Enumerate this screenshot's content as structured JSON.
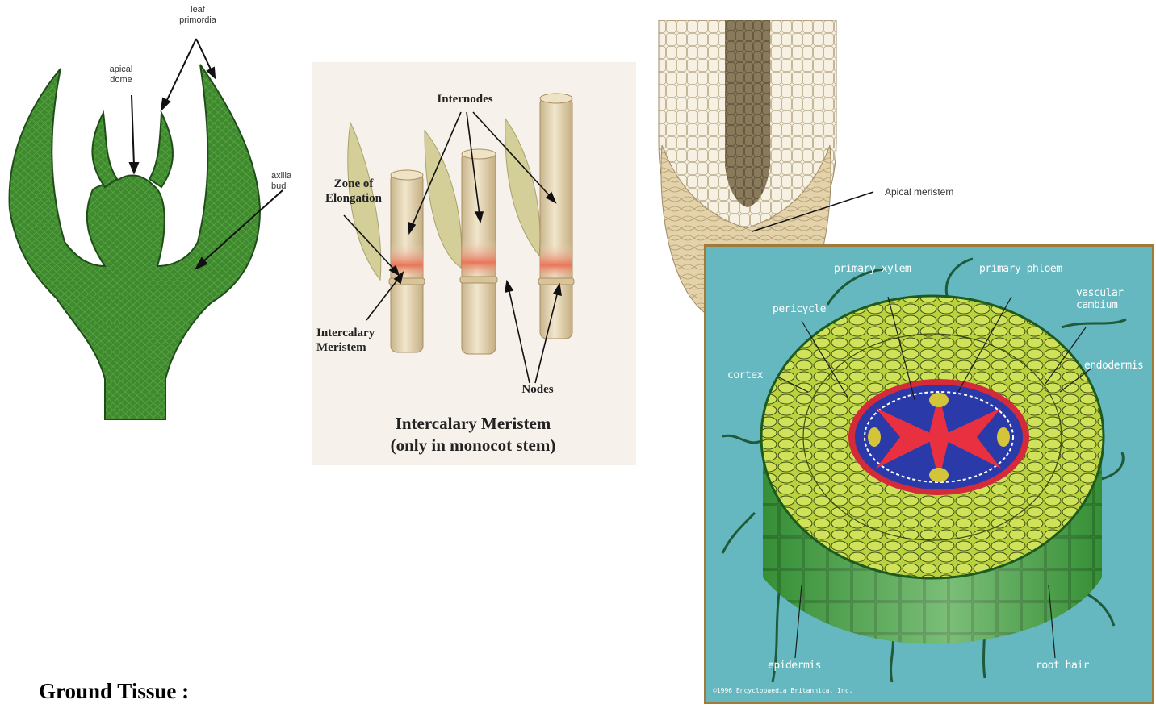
{
  "panel1": {
    "labels": {
      "leaf_primordia": "leaf\nprimordia",
      "apical_dome": "apical\ndome",
      "axillary_bud": "axilla\nbud"
    },
    "colors": {
      "tissue": "#3e8a2e",
      "outline": "#1f4d18",
      "cell": "#62a84a"
    }
  },
  "panel2": {
    "labels": {
      "internodes": "Internodes",
      "zone_of_elongation": "Zone of\nElongation",
      "intercalary_meristem": "Intercalary\nMeristem",
      "nodes": "Nodes"
    },
    "caption_line1": "Intercalary Meristem",
    "caption_line2": "(only in monocot stem)",
    "colors": {
      "background": "#f6f1ea",
      "stem": "#e7d8b6",
      "meristem": "#e88a6a",
      "leaf": "#d4ce98"
    }
  },
  "panel3": {
    "labels": {
      "apical_meristem": "Apical meristem"
    },
    "colors": {
      "cells": "#f2ead9",
      "core": "#8a7a5c",
      "cap": "#e4d2aa"
    }
  },
  "panel4": {
    "labels": {
      "primary_xylem": "primary xylem",
      "primary_phloem": "primary phloem",
      "vascular_cambium": "vascular\ncambium",
      "pericycle": "pericycle",
      "cortex": "cortex",
      "endodermis": "endodermis",
      "epidermis": "epidermis",
      "root_hair": "root hair"
    },
    "copyright": "©1996 Encyclopaedia Britannica, Inc.",
    "colors": {
      "background": "#66b8c0",
      "border": "#a07a3a",
      "cortex": "#c8dc4a",
      "epidermis": "#3c9c3c",
      "stele": "#d42a3a",
      "phloem": "#2a3aa8"
    }
  },
  "heading": "Ground Tissue :"
}
